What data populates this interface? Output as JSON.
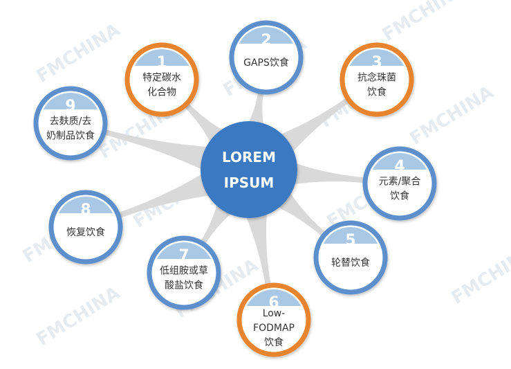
{
  "center": {
    "line1": "LOREM",
    "line2": "IPSUM",
    "color": "#3b79c2"
  },
  "colors": {
    "blue_ring": "#5b8fcb",
    "orange_ring": "#e8832f",
    "cap": "#a9c8e6",
    "spoke": "#d9d9d9"
  },
  "watermark": "FMCHINA",
  "nodes": [
    {
      "number": "1",
      "lines": [
        "特定碳水",
        "化合物"
      ],
      "ring": "orange"
    },
    {
      "number": "2",
      "lines": [
        "GAPS饮食"
      ],
      "ring": "blue"
    },
    {
      "number": "3",
      "lines": [
        "抗念珠菌",
        "饮食"
      ],
      "ring": "orange"
    },
    {
      "number": "4",
      "lines": [
        "元素/聚合",
        "饮食"
      ],
      "ring": "blue"
    },
    {
      "number": "5",
      "lines": [
        "轮替饮食"
      ],
      "ring": "blue"
    },
    {
      "number": "6",
      "lines": [
        "Low-",
        "FODMAP",
        "饮食"
      ],
      "ring": "orange"
    },
    {
      "number": "7",
      "lines": [
        "低组胺或草",
        "酸盐饮食"
      ],
      "ring": "blue"
    },
    {
      "number": "8",
      "lines": [
        "恢复饮食"
      ],
      "ring": "blue"
    },
    {
      "number": "9",
      "lines": [
        "去麸质/去",
        "奶制品饮食"
      ],
      "ring": "blue"
    }
  ]
}
